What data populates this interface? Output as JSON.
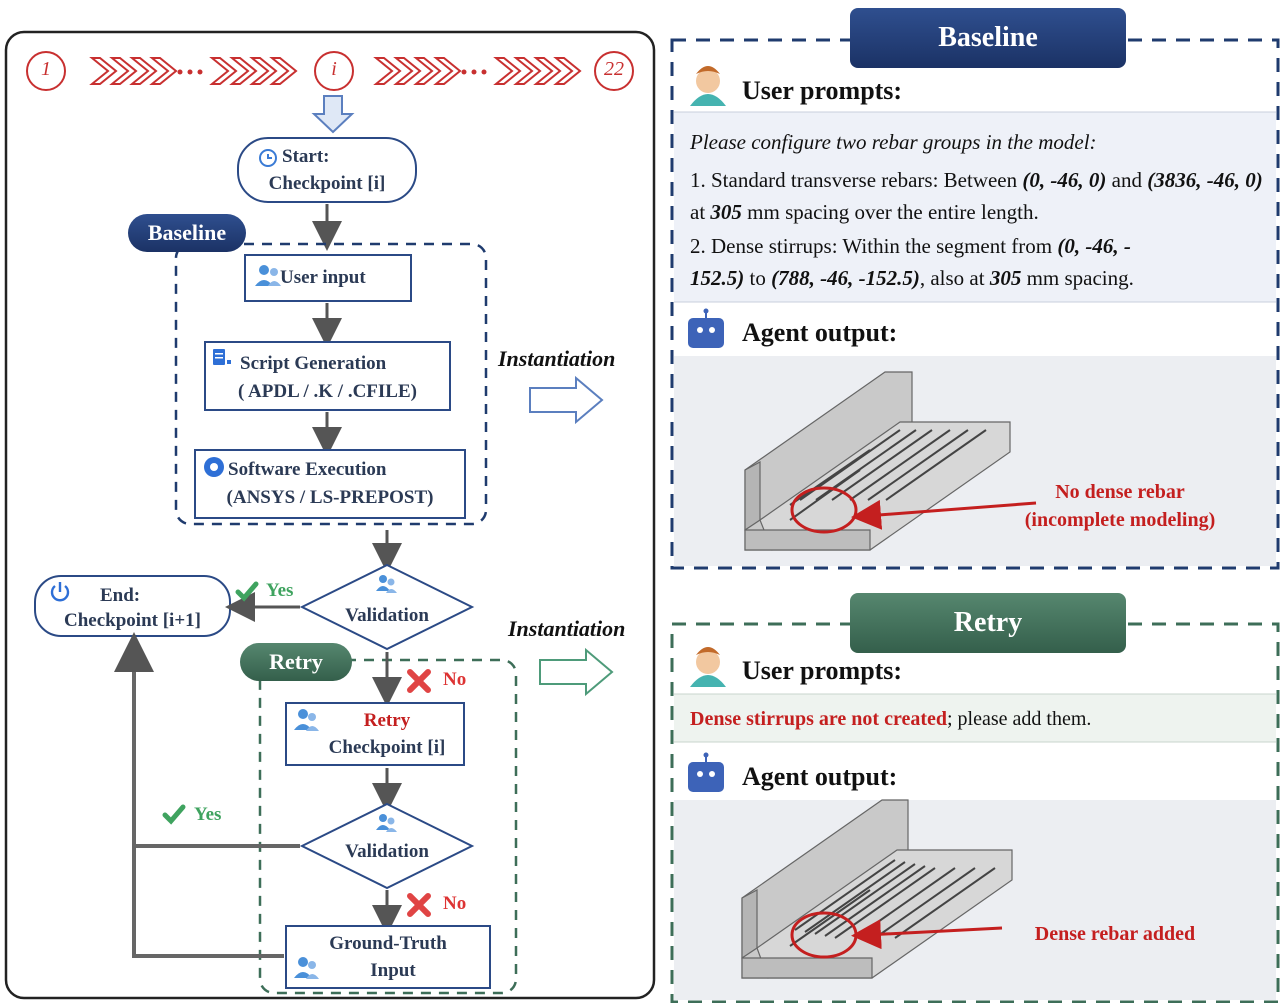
{
  "steps": {
    "first": "1",
    "current": "i",
    "last": "22"
  },
  "flow": {
    "start_line1": "Start:",
    "start_line2": "Checkpoint [i]",
    "baseline_pill": "Baseline",
    "user_input": "User input",
    "script_line1": "Script Generation",
    "script_line2": "( APDL / .K / .CFILE)",
    "exec_line1": "Software Execution",
    "exec_line2": "(ANSYS / LS-PREPOST)",
    "validation": "Validation",
    "end_line1": "End:",
    "end_line2": "Checkpoint [i+1]",
    "yes": "Yes",
    "no": "No",
    "retry_pill": "Retry",
    "retry_line1": "Retry",
    "retry_line2": "Checkpoint [i]",
    "gt_line1": "Ground-Truth",
    "gt_line2": "Input",
    "instantiation": "Instantiation"
  },
  "baseline_panel": {
    "banner": "Baseline",
    "user_prompts": "User prompts:",
    "prompt_intro": "Please configure two rebar groups in the model:",
    "item1_a": "1. Standard transverse rebars: Between ",
    "item1_b": "(0, -46, 0)",
    "item1_c": " and ",
    "item1_d": "(3836, -46, 0)",
    "item1_e": " at ",
    "item1_f": "305",
    "item1_g": " mm spacing over the entire length.",
    "item2_a": "2. Dense stirrups: Within the segment from ",
    "item2_b": "(0, -46, -",
    "item2_c": "152.5)",
    "item2_d": " to ",
    "item2_e": "(788, -46, -152.5)",
    "item2_f": ", also at ",
    "item2_g": "305",
    "item2_h": " mm spacing.",
    "agent_output": "Agent output:",
    "annotation_line1": "No dense rebar",
    "annotation_line2": "(incomplete modeling)"
  },
  "retry_panel": {
    "banner": "Retry",
    "user_prompts": "User prompts:",
    "prompt_red": "Dense stirrups are not created",
    "prompt_rest": "; please add them.",
    "agent_output": "Agent output:",
    "annotation": "Dense rebar added"
  },
  "colors": {
    "navy": "#1f3b6e",
    "green": "#3d6e58",
    "red": "#c41f1f",
    "node_text": "#2b3a55"
  }
}
